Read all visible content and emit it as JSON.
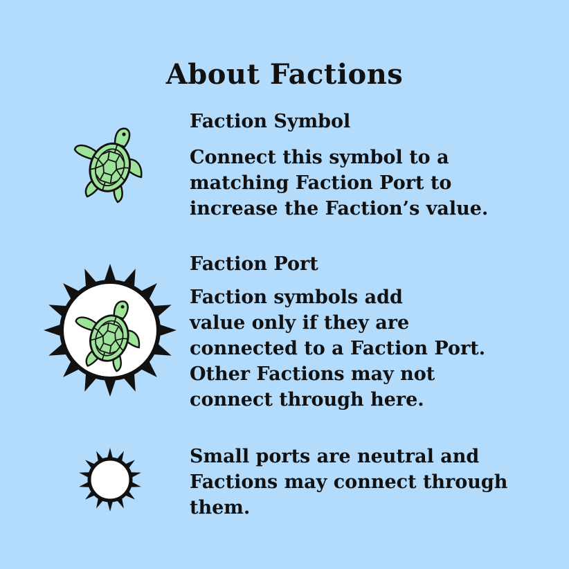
{
  "title": "About Factions",
  "sections": [
    {
      "heading": "Faction Symbol",
      "lines": [
        "Connect this symbol to a",
        "matching Faction Port to",
        "increase the Faction’s value."
      ]
    },
    {
      "heading": "Faction Port",
      "lines": [
        "Faction symbols add",
        "value only if they are",
        "connected to a Faction Port.",
        "Other Factions may not",
        "connect through here."
      ]
    },
    {
      "heading": "",
      "lines": [
        "Small ports are neutral and",
        "Factions may connect through",
        "them."
      ]
    }
  ],
  "icons": {
    "faction_symbol": "turtle-icon",
    "faction_port": "faction-port-icon",
    "small_port": "small-port-icon"
  },
  "colors": {
    "background": "#b3dbfc",
    "turtle_shell": "#9de39a",
    "text": "#111111"
  }
}
